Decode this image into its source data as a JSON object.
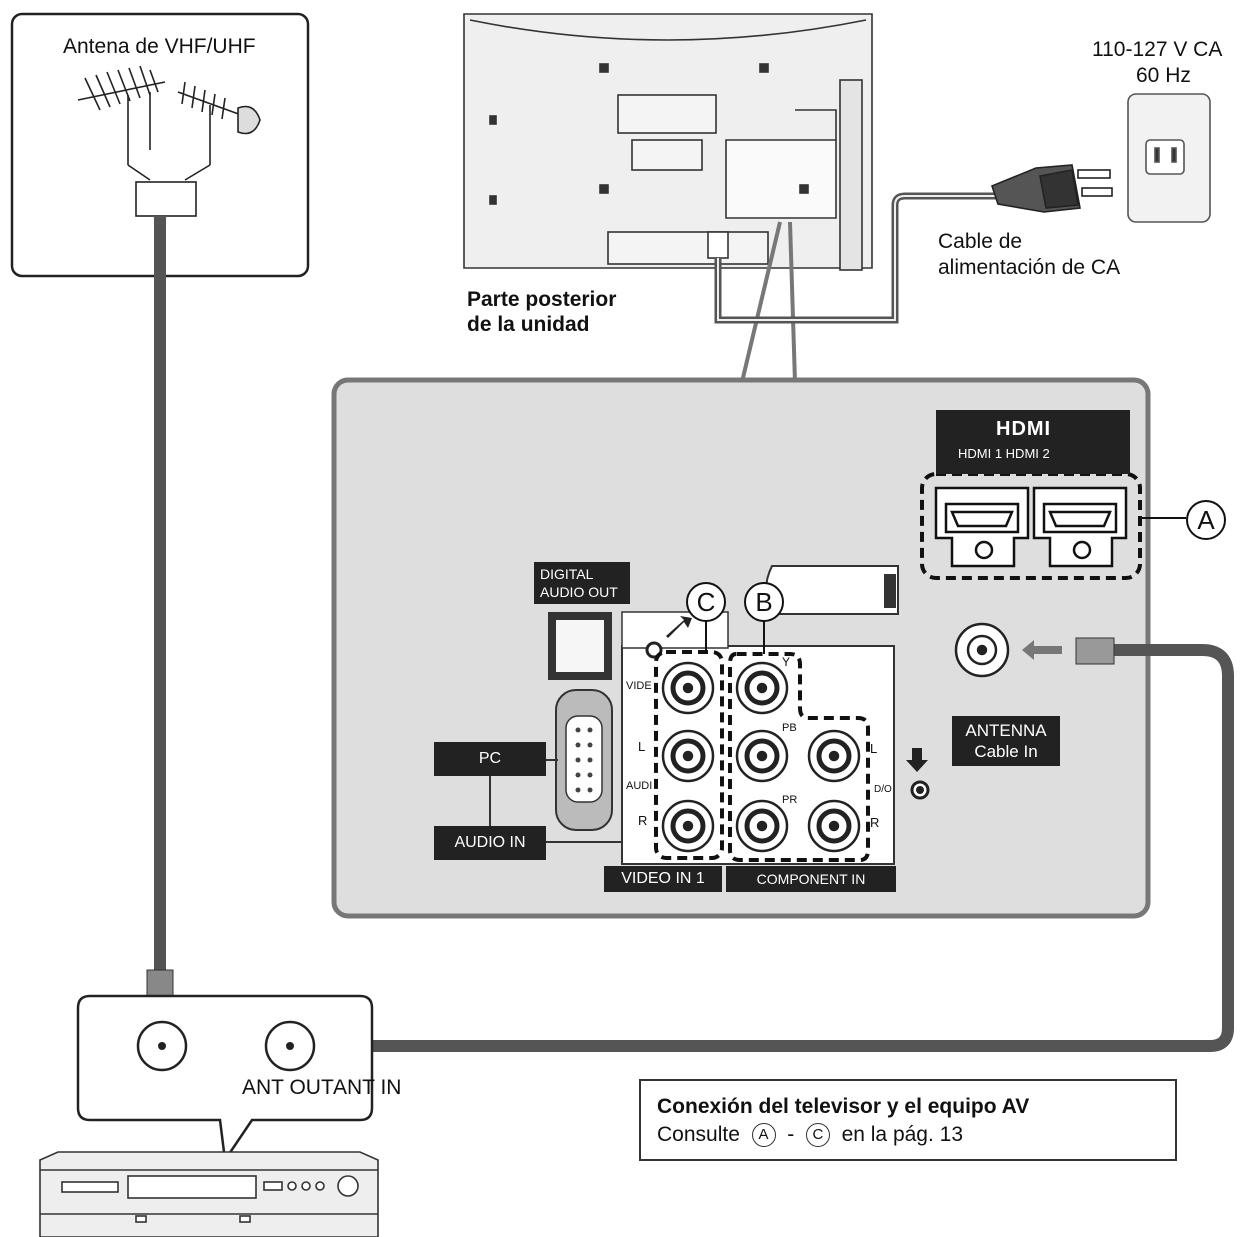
{
  "antenna": {
    "label": "Antena de VHF/UHF"
  },
  "power": {
    "voltage": "110-127 V CA",
    "frequency": "60 Hz",
    "cable_label_line1": "Cable de",
    "cable_label_line2": "alimentación de CA"
  },
  "tv_back": {
    "label_line1": "Parte posterior",
    "label_line2": "de la unidad"
  },
  "panel": {
    "hdmi_logo": "HDMI",
    "hdmi_ports": "HDMI 1 HDMI 2",
    "digital_audio_line1": "DIGITAL",
    "digital_audio_line2": "AUDIO OUT",
    "pc_label": "PC",
    "audio_in_label": "AUDIO IN",
    "video_in_label": "VIDEO IN 1",
    "component_in_label": "COMPONENT IN",
    "antenna_label_line1": "ANTENNA",
    "antenna_label_line2": "Cable In",
    "jack_video": "VIDE",
    "jack_l": "L",
    "jack_audio": "AUDI",
    "jack_r": "R",
    "jack_y": "Y",
    "jack_pb": "PB",
    "jack_pr": "PR",
    "jack_l2": "L",
    "jack_audio2": "D/O",
    "jack_r2": "R",
    "marker_a": "A",
    "marker_b": "B",
    "marker_c": "C"
  },
  "recorder": {
    "ant_out": "ANT OUT",
    "ant_in": "ANT IN"
  },
  "note": {
    "title": "Conexión del televisor y el equipo AV",
    "text_prefix": "Consulte",
    "marker_a": "A",
    "dash": "-",
    "marker_c": "C",
    "text_suffix": "en la pág. 13"
  },
  "colors": {
    "panel_fill": "#dedede",
    "panel_stroke": "#777777",
    "cable": "#555555",
    "label_bg": "#222222"
  }
}
